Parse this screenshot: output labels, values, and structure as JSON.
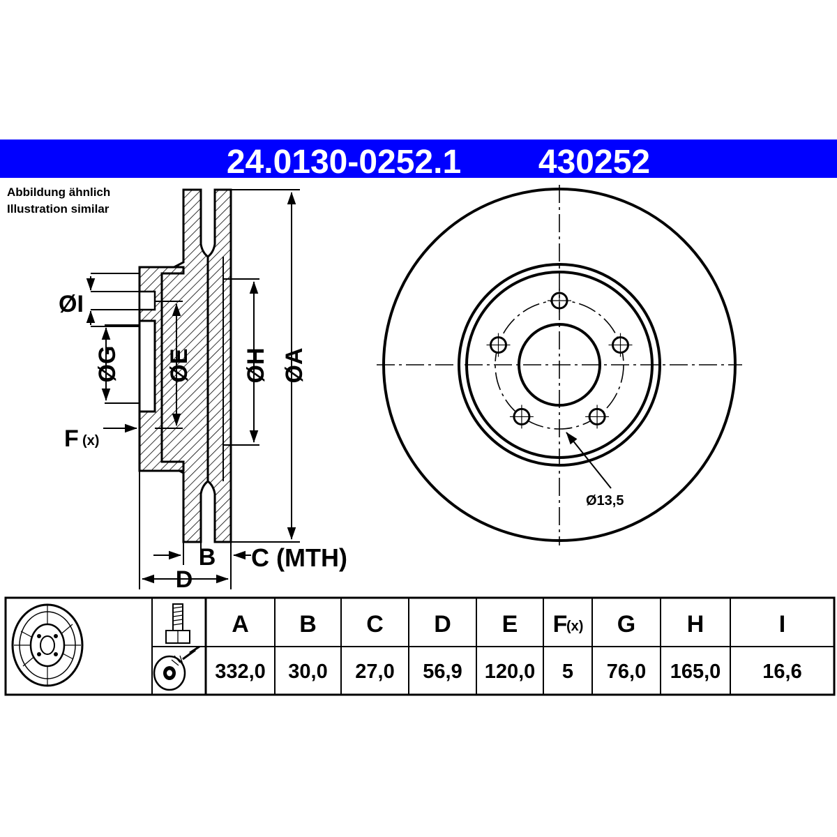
{
  "header": {
    "part_number": "24.0130-0252.1",
    "ref_number": "430252",
    "band_color": "#0000ff"
  },
  "note": {
    "line1": "Abbildung ähnlich",
    "line2": "Illustration similar"
  },
  "section_labels": {
    "I": "ØI",
    "G": "ØG",
    "E": "ØE",
    "H": "ØH",
    "A": "ØA",
    "F": "F",
    "F_sub": "(x)",
    "B": "B",
    "C": "C (MTH)",
    "D": "D"
  },
  "front_view": {
    "bolt_hole_label": "Ø13,5",
    "bolt_hole_count": 5
  },
  "table": {
    "headers": [
      "A",
      "B",
      "C",
      "D",
      "E",
      "F",
      "G",
      "H",
      "I"
    ],
    "f_sub": "(x)",
    "values": [
      "332,0",
      "30,0",
      "27,0",
      "56,9",
      "120,0",
      "5",
      "76,0",
      "165,0",
      "16,6"
    ],
    "icons": [
      "brake-disc-icon",
      "bolt-icon",
      "disc-spray-icon"
    ]
  }
}
